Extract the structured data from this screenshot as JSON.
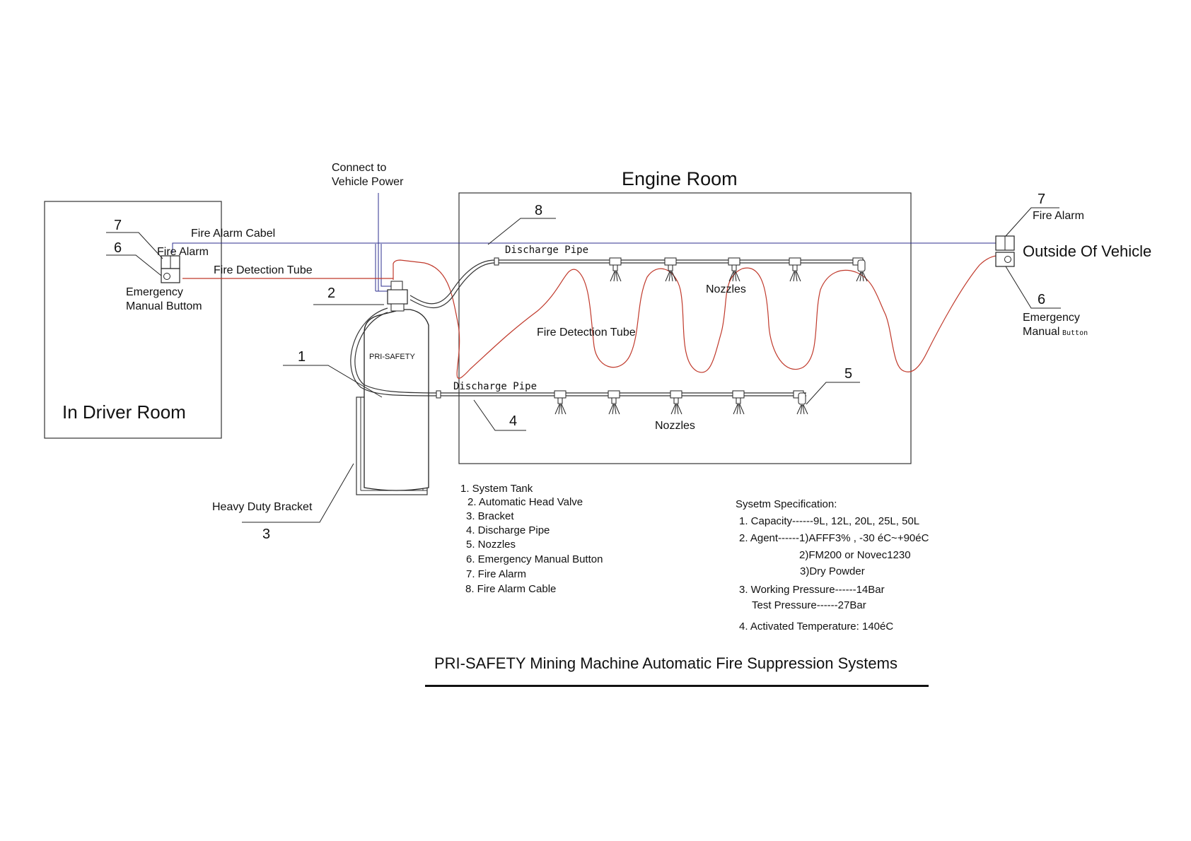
{
  "title": "PRI-SAFETY Mining Machine Automatic Fire Suppression Systems",
  "colors": {
    "detection_tube": "#c0392b",
    "alarm_cable": "#2c2f8f",
    "lines": "#222222"
  },
  "areas": {
    "engine_room": "Engine Room",
    "driver_room": "In Driver Room",
    "outside": "Outside Of Vehicle"
  },
  "labels": {
    "connect_power_1": "Connect to",
    "connect_power_2": "Vehicle Power",
    "fire_alarm_cabel": "Fire Alarm Cabel",
    "fire_detection_tube": "Fire Detection Tube",
    "fire_detection_tube_engine": "Fire Detection Tube",
    "fire_alarm_left": "Fire Alarm",
    "emergency_left_1": "Emergency",
    "emergency_left_2": "Manual Buttom",
    "fire_alarm_right": "Fire Alarm",
    "emergency_right_1": "Emergency",
    "emergency_right_2a": "Manual",
    "emergency_right_2b": "Button",
    "discharge_pipe_top": "Discharge Pipe",
    "discharge_pipe_bottom": "Discharge Pipe",
    "nozzles_top": "Nozzles",
    "nozzles_bottom": "Nozzles",
    "tank_brand": "PRI-SAFETY",
    "heavy_duty_bracket": "Heavy Duty Bracket"
  },
  "callouts": {
    "n1": "1",
    "n2": "2",
    "n3": "3",
    "n4": "4",
    "n5": "5",
    "n6_left": "6",
    "n7_left": "7",
    "n6_right": "6",
    "n7_right": "7",
    "n8": "8"
  },
  "parts_list": [
    "1. System  Tank",
    "2. Automatic Head Valve",
    "3. Bracket",
    "4. Discharge Pipe",
    "5. Nozzles",
    "6. Emergency Manual Button",
    "7. Fire Alarm",
    "8. Fire Alarm Cable"
  ],
  "specification": {
    "heading": "Sysetm Specification:",
    "lines": [
      "1. Capacity------9L, 12L,  20L, 25L, 50L",
      "2. Agent------1)AFFF3% ,  -30 éC~+90éC",
      "2)FM200 or Novec1230",
      "3)Dry Powder",
      "3. Working Pressure------14Bar",
      "Test Pressure------27Bar",
      "4. Activated Temperature: 140éC"
    ]
  }
}
